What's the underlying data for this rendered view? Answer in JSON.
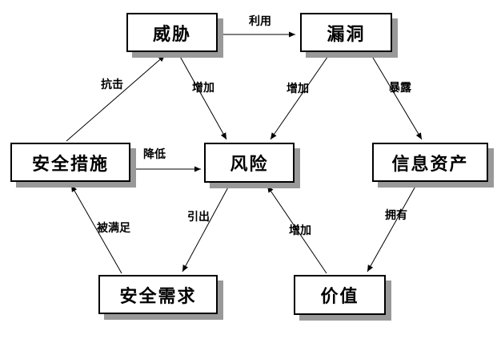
{
  "diagram": {
    "nodes": {
      "threat": "威胁",
      "vulnerability": "漏洞",
      "security_measures": "安全措施",
      "risk": "风险",
      "information_assets": "信息资产",
      "security_requirements": "安全需求",
      "value": "价值"
    },
    "edges": {
      "exploit": {
        "label": "利用",
        "from": "威胁",
        "to": "漏洞"
      },
      "resist": {
        "label": "抗击",
        "from": "安全措施",
        "to": "威胁"
      },
      "threat_increase": {
        "label": "增加",
        "from": "威胁",
        "to": "风险"
      },
      "vuln_increase": {
        "label": "增加",
        "from": "漏洞",
        "to": "风险"
      },
      "expose": {
        "label": "暴露",
        "from": "漏洞",
        "to": "信息资产"
      },
      "reduce": {
        "label": "降低",
        "from": "安全措施",
        "to": "风险"
      },
      "be_satisfied": {
        "label": "被满足",
        "from": "安全需求",
        "to": "安全措施"
      },
      "lead_to": {
        "label": "引出",
        "from": "风险",
        "to": "安全需求"
      },
      "value_increase": {
        "label": "增加",
        "from": "价值",
        "to": "风险"
      },
      "own": {
        "label": "拥有",
        "from": "信息资产",
        "to": "价值"
      }
    },
    "colors": {
      "line": "#000000",
      "box_border": "#000000",
      "box_fill": "#ffffff",
      "shadow": "#999999",
      "background": "#ffffff"
    }
  }
}
